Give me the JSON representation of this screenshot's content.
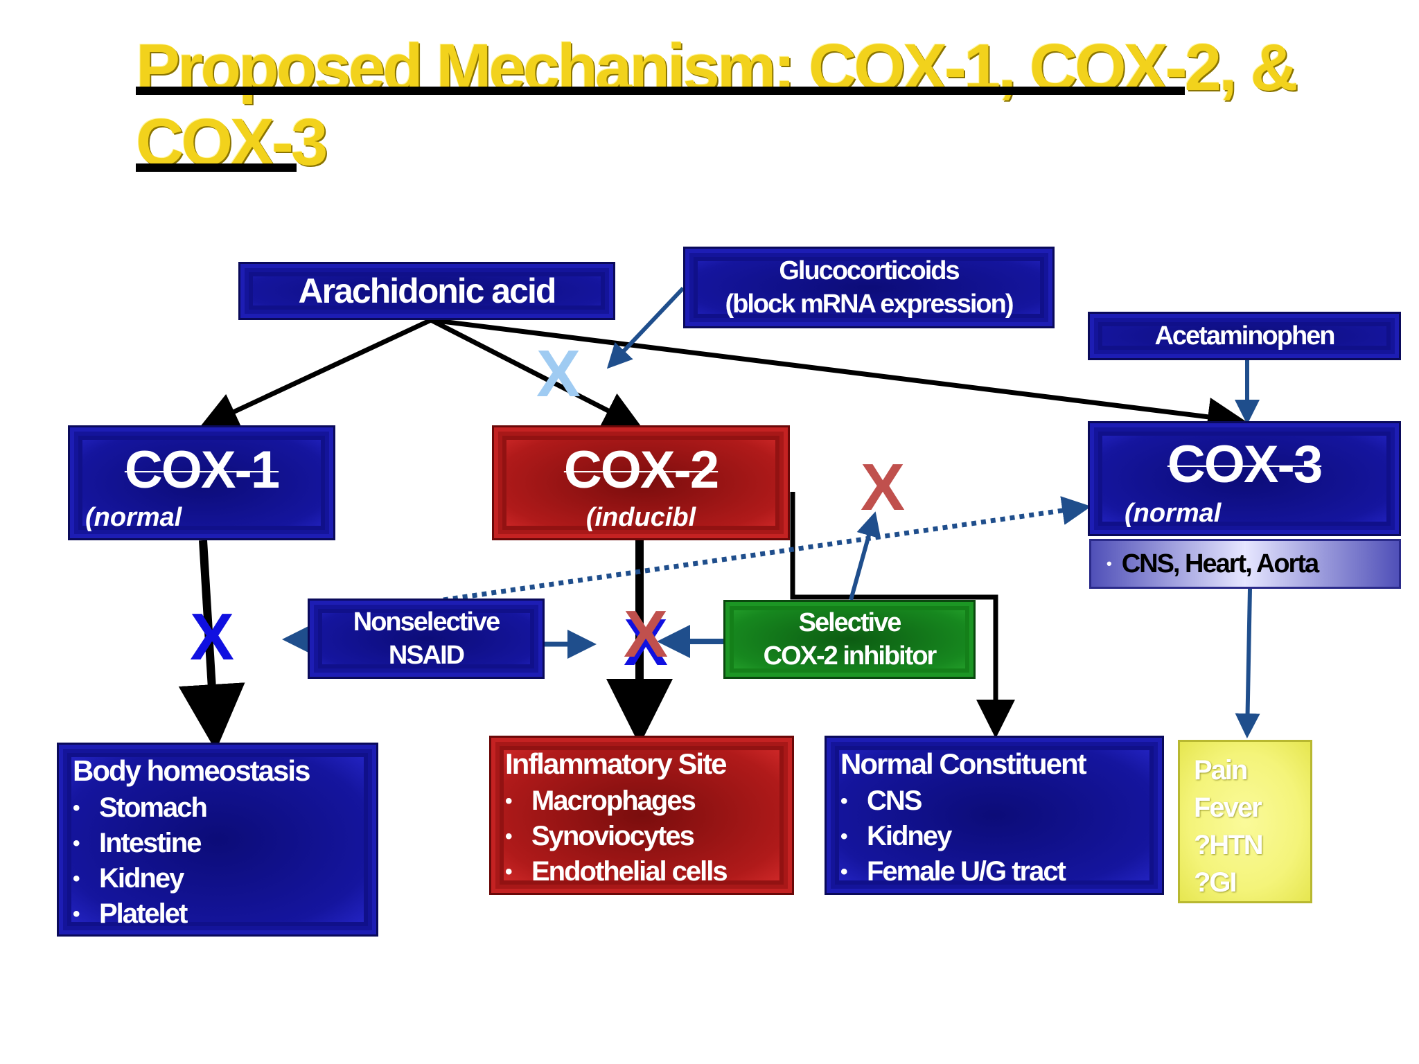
{
  "title": {
    "line1": "Proposed Mechanism: COX-1, COX-2, &",
    "line2": "COX-3"
  },
  "arachidonic_acid": "Arachidonic acid",
  "glucocorticoids": {
    "line1": "Glucocorticoids",
    "line2": "(block mRNA expression)"
  },
  "acetaminophen": "Acetaminophen",
  "cox1": {
    "name": "COX-1",
    "sub": "(normal"
  },
  "cox2": {
    "name": "COX-2",
    "sub": "(inducibl"
  },
  "cox3": {
    "name": "COX-3",
    "sub": "(normal",
    "sites": "CNS, Heart, Aorta"
  },
  "nsaid": {
    "line1": "Nonselective",
    "line2": "NSAID"
  },
  "selective": {
    "line1": "Selective",
    "line2": "COX-2 inhibitor"
  },
  "x_mark": "X",
  "body_homeostasis": {
    "title": "Body homeostasis",
    "items": [
      "Stomach",
      "Intestine",
      "Kidney",
      "Platelet"
    ]
  },
  "inflammatory_site": {
    "title": "Inflammatory Site",
    "items": [
      "Macrophages",
      "Synoviocytes",
      "Endothelial cells"
    ]
  },
  "normal_constituent": {
    "title": "Normal Constituent",
    "items": [
      "CNS",
      "Kidney",
      "Female U/G tract"
    ]
  },
  "effects": {
    "items": [
      "Pain",
      "Fever",
      "?HTN",
      "?GI"
    ]
  },
  "colors": {
    "dark_blue": "#15159e",
    "red": "#b01a1a",
    "green": "#17881f",
    "yellow": "#f4f47a",
    "arrow_blue": "#1f4e8c",
    "title_yellow": "#f2d21c",
    "x_light_blue": "#9fcbf2",
    "x_red": "#c0504d",
    "x_blue": "#1010e0"
  }
}
